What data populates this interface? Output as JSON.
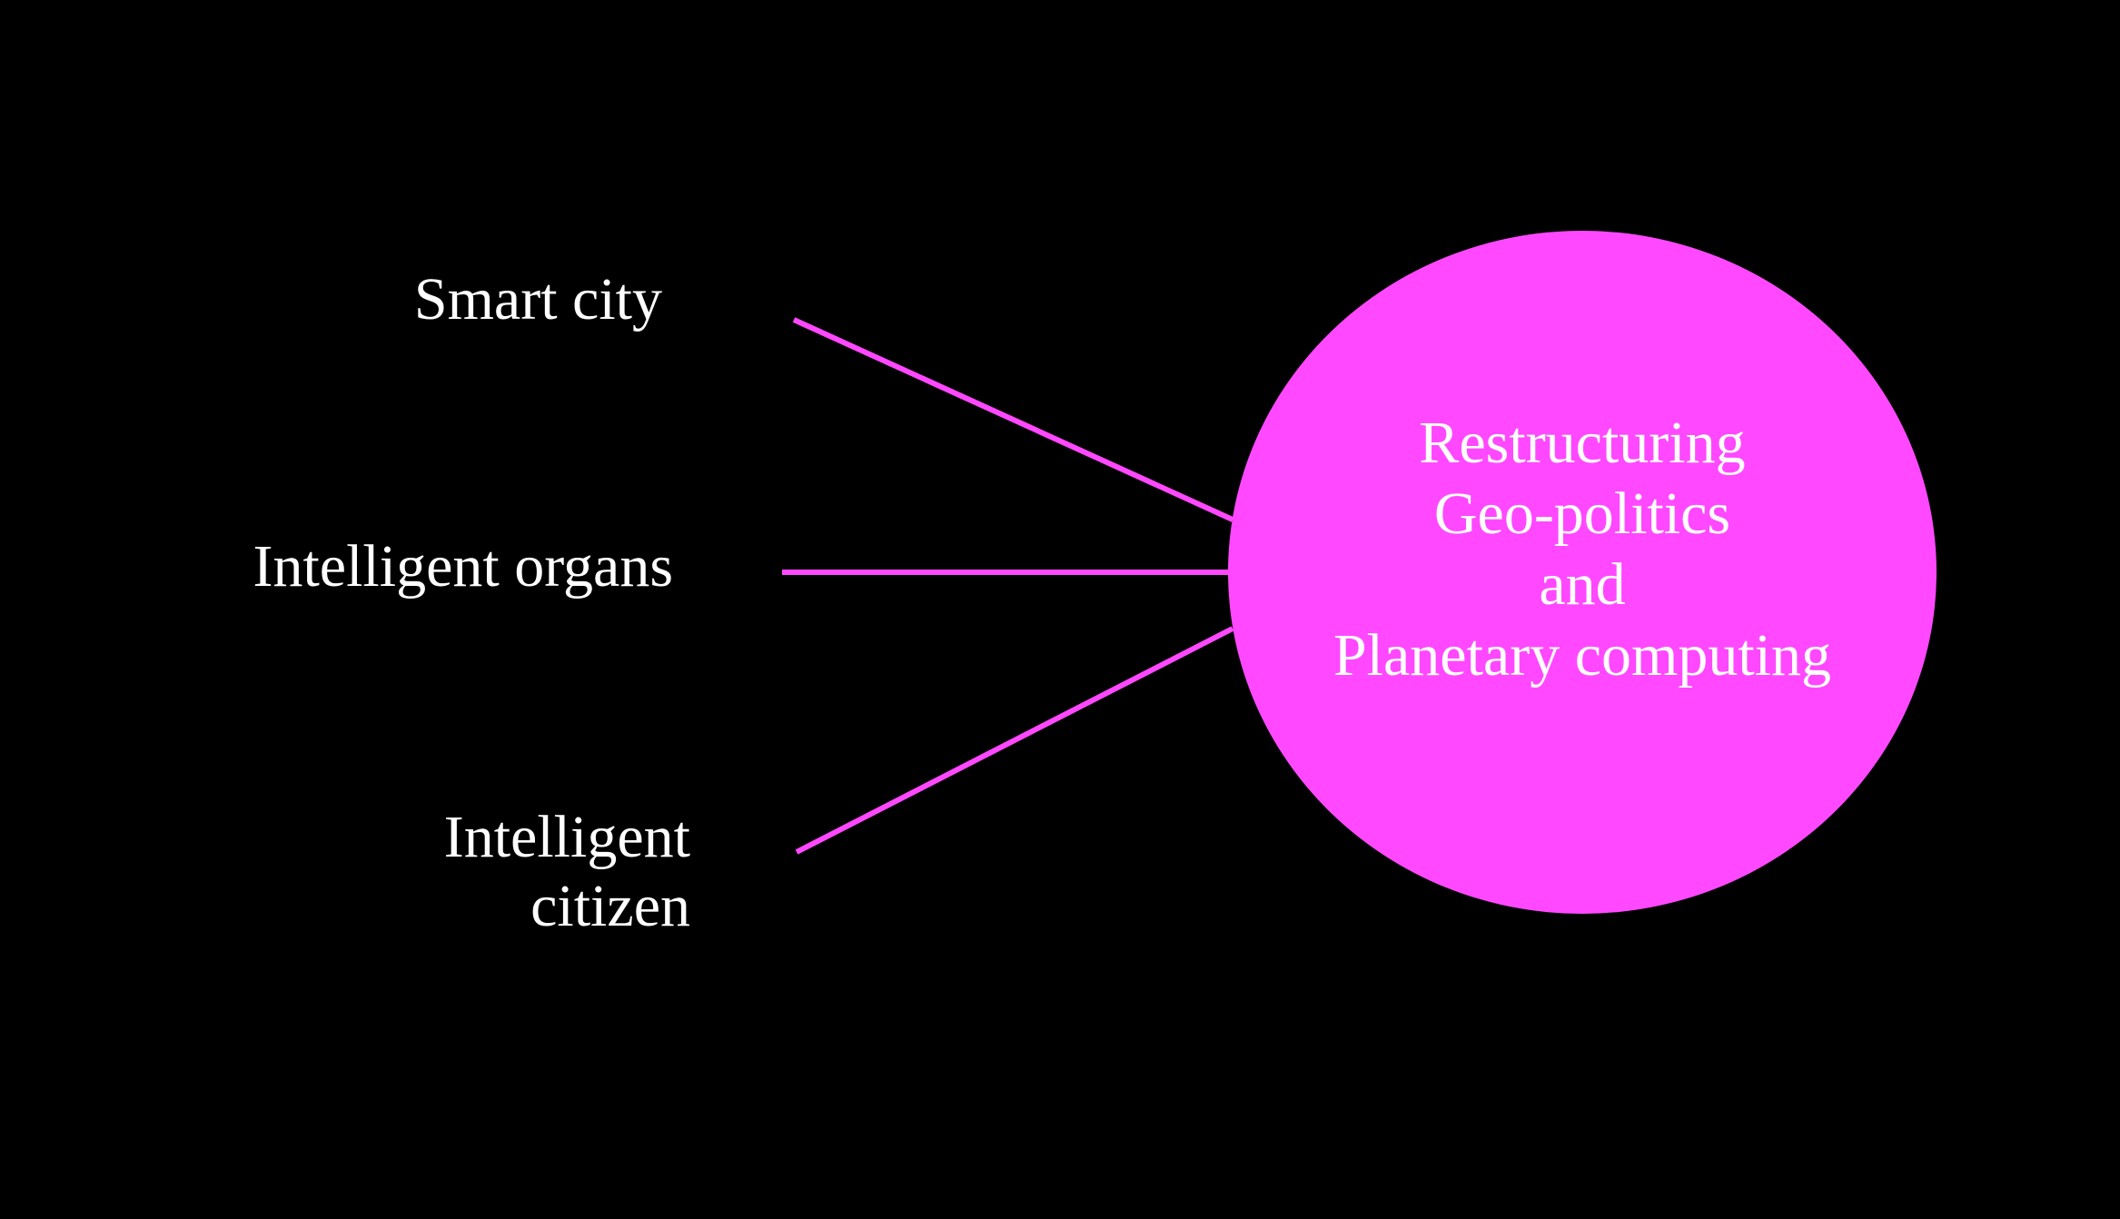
{
  "colors": {
    "background": "#000000",
    "accent": "#ff48ff",
    "text": "#ffffff"
  },
  "nodes": [
    {
      "id": "smart-city",
      "lines": [
        "Smart city"
      ]
    },
    {
      "id": "intelligent-organs",
      "lines": [
        "Intelligent organs"
      ]
    },
    {
      "id": "intelligent-citizen",
      "lines": [
        "Intelligent",
        "citizen"
      ]
    }
  ],
  "hub": {
    "lines": [
      "Restructuring",
      "Geo-politics",
      "and",
      "Planetary computing"
    ]
  }
}
